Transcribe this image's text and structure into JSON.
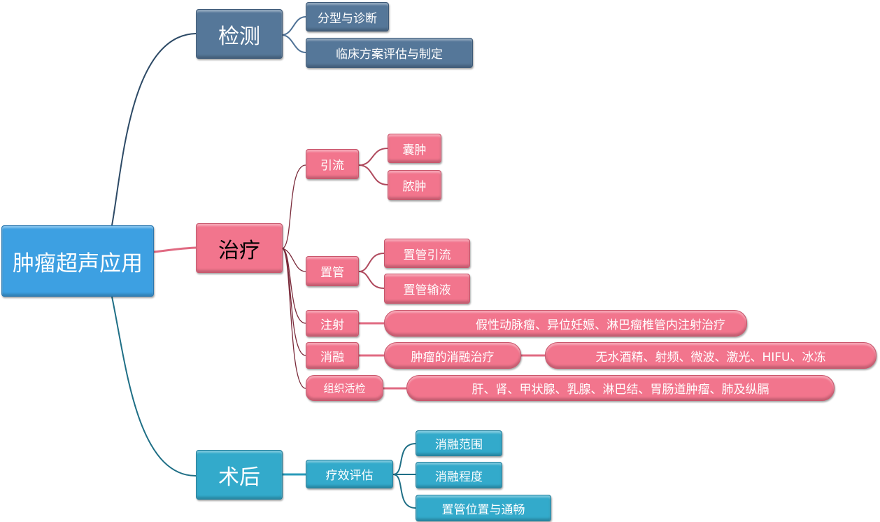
{
  "root": "肿瘤超声应用",
  "detect": {
    "label": "检测",
    "children": [
      "分型与诊断",
      "临床方案评估与制定"
    ]
  },
  "treat": {
    "label": "治疗",
    "drainage": {
      "label": "引流",
      "children": [
        "囊肿",
        "脓肿"
      ]
    },
    "catheter": {
      "label": "置管",
      "children": [
        "置管引流",
        "置管输液"
      ]
    },
    "injection": {
      "label": "注射",
      "detail": "假性动脉瘤、异位妊娠、淋巴瘤椎管内注射治疗"
    },
    "ablation": {
      "label": "消融",
      "detail": "肿瘤的消融治疗",
      "methods": "无水酒精、射频、微波、激光、HIFU、冰冻"
    },
    "biopsy": {
      "label": "组织活检",
      "detail": "肝、肾、甲状腺、乳腺、淋巴结、胃肠道肿瘤、肺及纵膈"
    }
  },
  "post": {
    "label": "术后",
    "eval": {
      "label": "疗效评估",
      "children": [
        "消融范围",
        "消融程度",
        "置管位置与通畅"
      ]
    }
  },
  "colors": {
    "root": "#3da0e2",
    "detect": "#557799",
    "treat": "#f2758d",
    "post": "#33aacb"
  }
}
